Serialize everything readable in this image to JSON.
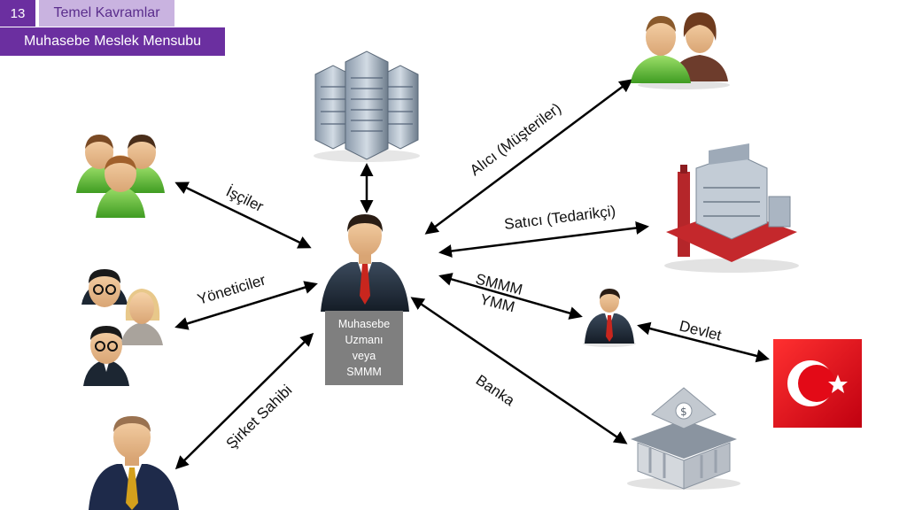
{
  "header": {
    "slide_number": "13",
    "section_title": "Temel Kavramlar",
    "subtitle": "Muhasebe Meslek Mensubu"
  },
  "center": {
    "lines": [
      "Muhasebe",
      "Uzmanı",
      "veya",
      "SMMM"
    ]
  },
  "relations": {
    "buyers": "Alıcı (Müşteriler)",
    "sellers": "Satıcı (Tedarikçi)",
    "smmm": "SMMM",
    "ymm": "YMM",
    "state": "Devlet",
    "bank": "Banka",
    "workers": "İşçiler",
    "managers": "Yöneticiler",
    "owner": "Şirket Sahibi"
  },
  "colors": {
    "accent_dark": "#6b2fa0",
    "accent_light": "#c9b3e0",
    "center_box": "#7f7f7f",
    "flag_red": "#e30a17"
  }
}
